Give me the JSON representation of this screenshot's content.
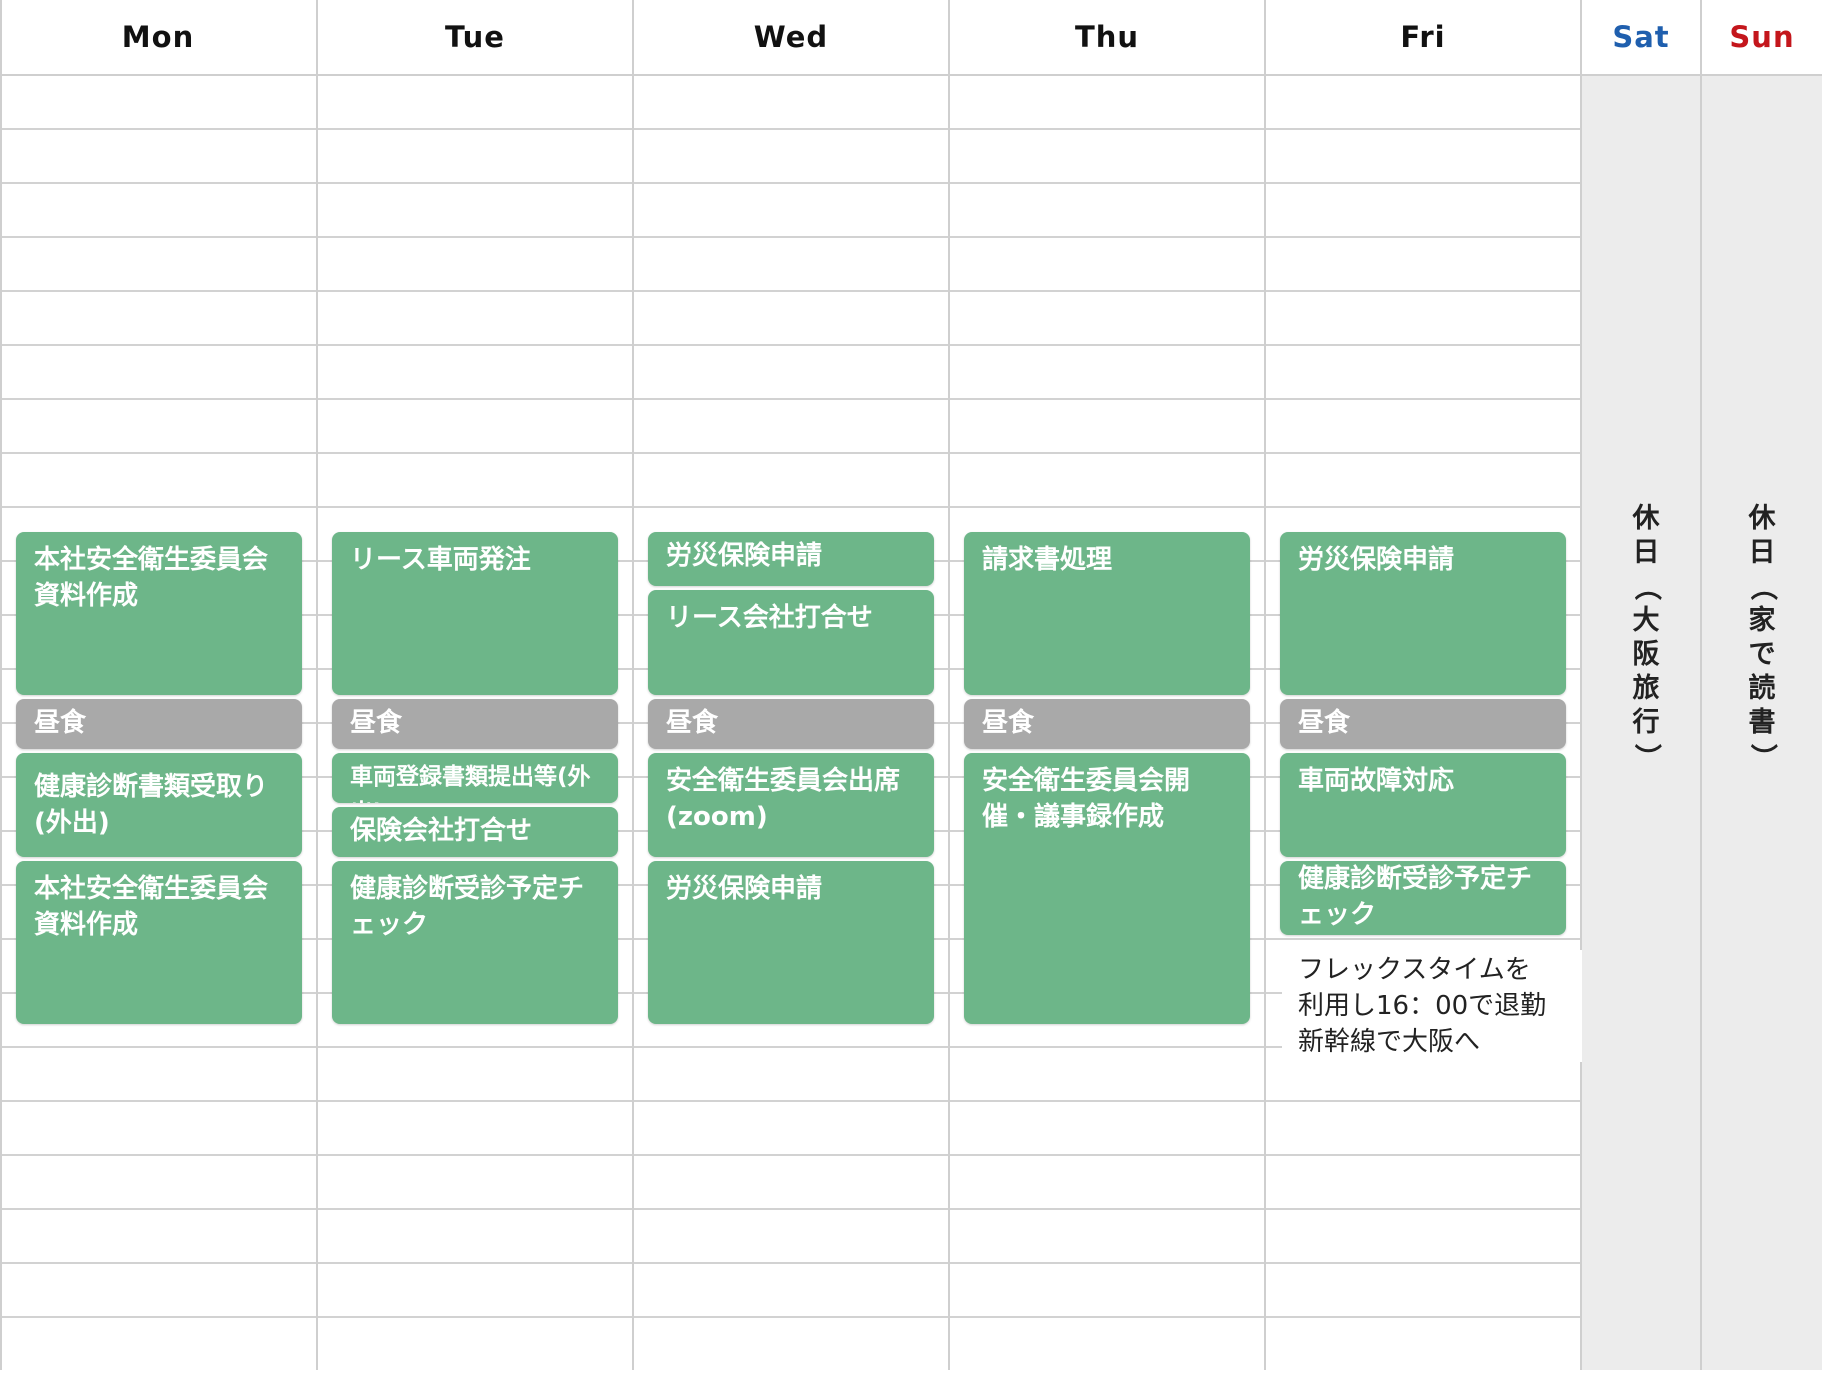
{
  "days": {
    "mon": "Mon",
    "tue": "Tue",
    "wed": "Wed",
    "thu": "Thu",
    "fri": "Fri",
    "sat": "Sat",
    "sun": "Sun"
  },
  "colors": {
    "event": "#6db689",
    "lunch": "#a9a9a9",
    "weekend_bg": "#ececec",
    "sat_header": "#1f5fae",
    "sun_header": "#c4161c"
  },
  "events": {
    "mon": [
      "本社安全衛生委員会資料作成",
      "昼食",
      "健康診断書類受取り(外出)",
      "本社安全衛生委員会資料作成"
    ],
    "tue": [
      "リース車両発注",
      "昼食",
      "車両登録書類提出等(外出)",
      "保険会社打合せ",
      "健康診断受診予定チェック"
    ],
    "wed": [
      "労災保険申請",
      "リース会社打合せ",
      "昼食",
      "安全衛生委員会出席(zoom)",
      "労災保険申請"
    ],
    "thu": [
      "請求書処理",
      "昼食",
      "安全衛生委員会開催・議事録作成"
    ],
    "fri": [
      "労災保険申請",
      "昼食",
      "車両故障対応",
      "健康診断受診予定チェック"
    ]
  },
  "fri_note": [
    "フレックスタイムを",
    "利用し16：00で退勤",
    "新幹線で大阪へ"
  ],
  "weekend": {
    "sat": "休日（大阪旅行）",
    "sun": "休日（家で読書）"
  }
}
